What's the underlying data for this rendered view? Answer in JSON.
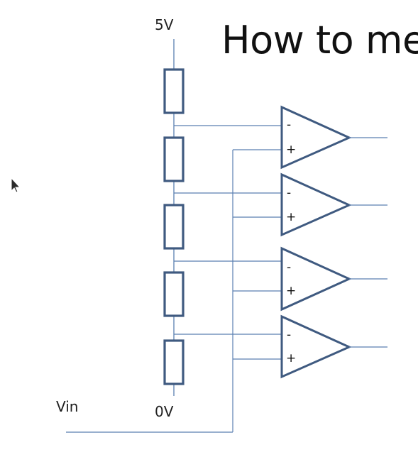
{
  "slide": {
    "title": "How to me"
  },
  "labels": {
    "supply_top": "5V",
    "supply_bottom": "0V",
    "input": "Vin"
  },
  "comparators": [
    {
      "minus": "-",
      "plus": "+"
    },
    {
      "minus": "-",
      "plus": "+"
    },
    {
      "minus": "-",
      "plus": "+"
    },
    {
      "minus": "-",
      "plus": "+"
    }
  ],
  "colors": {
    "component_stroke": "#3f5a80",
    "wire": "#5a7fb0",
    "text": "#1f1f1f"
  },
  "icons": {
    "cursor": "mouse-pointer-icon"
  }
}
